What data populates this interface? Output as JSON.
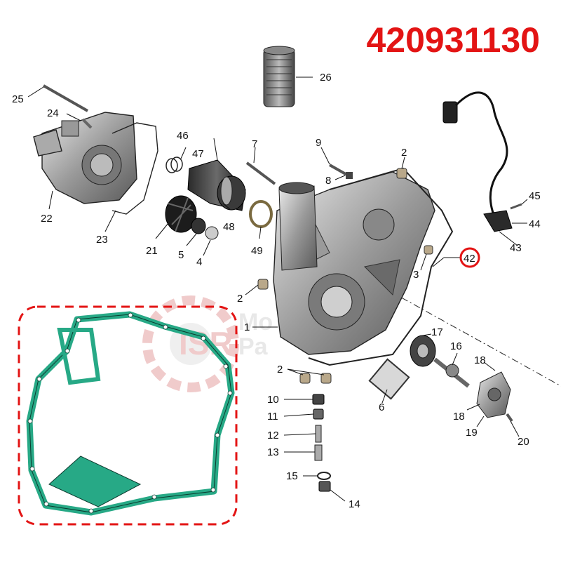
{
  "part_number": "420931130",
  "watermark": {
    "brand": "ISR",
    "line1": "Mo",
    "line2": "Pa"
  },
  "highlight_callout": "42",
  "colors": {
    "part_number": "#e31414",
    "highlight": "#e31414",
    "gasket": "#27a986",
    "dashed_box": "#e31414"
  },
  "callouts": [
    "1",
    "2",
    "2",
    "2",
    "2",
    "3",
    "4",
    "5",
    "6",
    "7",
    "8",
    "9",
    "10",
    "11",
    "12",
    "13",
    "14",
    "15",
    "16",
    "17",
    "18",
    "18",
    "19",
    "20",
    "21",
    "22",
    "23",
    "24",
    "25",
    "26",
    "42",
    "43",
    "44",
    "45",
    "46",
    "47",
    "48",
    "49"
  ]
}
